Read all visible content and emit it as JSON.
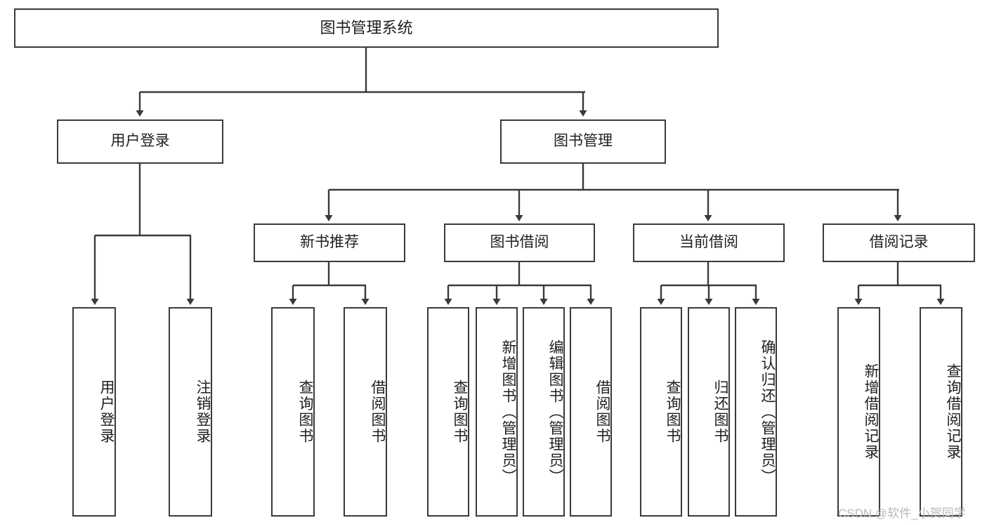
{
  "diagram": {
    "title": "图书管理系统",
    "type": "tree-hierarchy-chart",
    "watermark": "CSDN @软件_小贺同学",
    "colors": {
      "stroke": "#3a3a3a",
      "fill": "#ffffff",
      "text": "#1f1f1f",
      "watermark": "#b9b9b9"
    }
  },
  "nodes": {
    "root": {
      "label": "图书管理系统"
    },
    "level2": [
      {
        "id": "user-login",
        "label": "用户登录"
      },
      {
        "id": "book-management",
        "label": "图书管理"
      }
    ],
    "level3": [
      {
        "id": "new-book-recommend",
        "label": "新书推荐"
      },
      {
        "id": "book-borrow",
        "label": "图书借阅"
      },
      {
        "id": "current-borrow",
        "label": "当前借阅"
      },
      {
        "id": "borrow-record",
        "label": "借阅记录"
      }
    ],
    "leaves": {
      "user-login": [
        {
          "id": "leaf-user-login",
          "label": "用户登录"
        },
        {
          "id": "leaf-logout",
          "label": "注销登录"
        }
      ],
      "new-book-recommend": [
        {
          "id": "leaf-query-book-1",
          "label": "查询图书"
        },
        {
          "id": "leaf-borrow-book-1",
          "label": "借阅图书"
        }
      ],
      "book-borrow": [
        {
          "id": "leaf-query-book-2",
          "label": "查询图书"
        },
        {
          "id": "leaf-add-book",
          "label": "新增图书（管理员）"
        },
        {
          "id": "leaf-edit-book",
          "label": "编辑图书（管理员）"
        },
        {
          "id": "leaf-borrow-book-2",
          "label": "借阅图书"
        }
      ],
      "current-borrow": [
        {
          "id": "leaf-query-book-3",
          "label": "查询图书"
        },
        {
          "id": "leaf-return-book",
          "label": "归还图书"
        },
        {
          "id": "leaf-confirm-return",
          "label": "确认归还（管理员）"
        }
      ],
      "borrow-record": [
        {
          "id": "leaf-add-record",
          "label": "新增借阅记录"
        },
        {
          "id": "leaf-query-record",
          "label": "查询借阅记录"
        }
      ]
    }
  }
}
